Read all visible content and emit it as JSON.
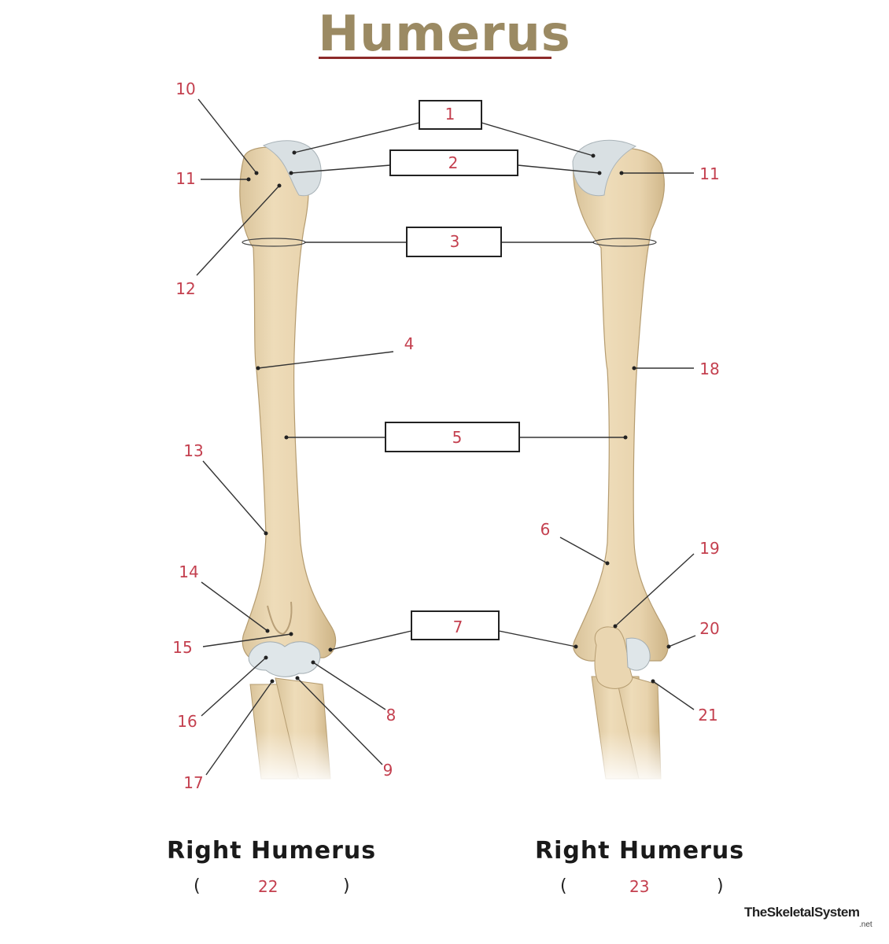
{
  "title": "Humerus",
  "views": [
    {
      "title": "Right Humerus",
      "paren_open": "(",
      "label": "22",
      "paren_close": ")"
    },
    {
      "title": "Right Humerus",
      "paren_open": "(",
      "label": "23",
      "paren_close": ")"
    }
  ],
  "boxes": [
    "1",
    "2",
    "3",
    "5",
    "7"
  ],
  "labels_left": [
    "10",
    "11",
    "12",
    "4",
    "13",
    "14",
    "15",
    "16",
    "17",
    "8",
    "9"
  ],
  "labels_right": [
    "11",
    "18",
    "6",
    "19",
    "20",
    "21"
  ],
  "logo": {
    "name": "TheSkeletalSystem",
    "sub": ".net"
  },
  "colors": {
    "bone": "#e9d6b2",
    "cartilage": "#d6dde0",
    "label": "#c4404f",
    "title": "#9b8a63"
  }
}
